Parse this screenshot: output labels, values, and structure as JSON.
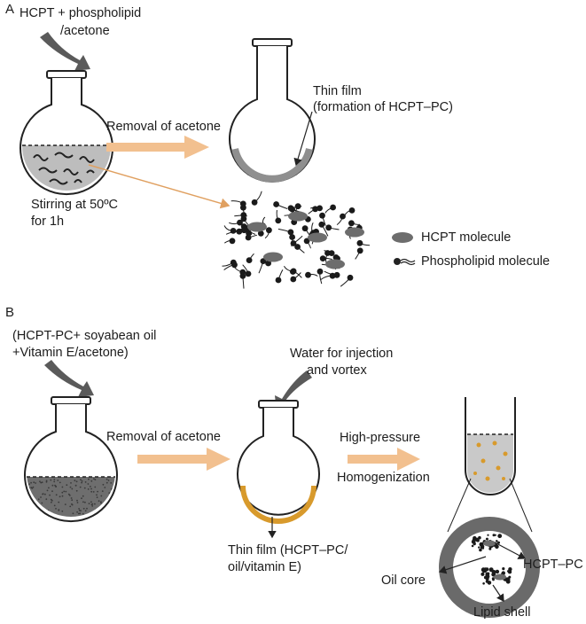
{
  "panelA": {
    "letter": "A",
    "input_line1": "HCPT + phospholipid",
    "input_line2": "/acetone",
    "step_removal": "Removal of acetone",
    "thin_film_line1": "Thin film",
    "thin_film_line2": "(formation of HCPT–PC)",
    "stirring_line1": "Stirring at 50ºC",
    "stirring_line2": "for 1h",
    "legend": [
      {
        "label": "HCPT molecule",
        "icon": "ellipse-molecule-icon"
      },
      {
        "label": "Phospholipid molecule",
        "icon": "lipid-tail-icon"
      }
    ]
  },
  "panelB": {
    "letter": "B",
    "input_line1": "(HCPT-PC+ soyabean oil",
    "input_line2": "+Vitamin E/acetone)",
    "water_line1": "Water for injection",
    "water_line2": "and vortex",
    "step_removal": "Removal of acetone",
    "step_hp_line1": "High-pressure",
    "step_hp_line2": "Homogenization",
    "thin_film_line1": "Thin film (HCPT–PC/",
    "thin_film_line2": "oil/vitamin E)",
    "oil_core": "Oil core",
    "hcpt_pc": "HCPT–PC",
    "lipid_shell": "Lipid shell"
  },
  "colors": {
    "arrow_orange": "#f2c08f",
    "film_orange": "#d89a2c",
    "flask_outline": "#222222",
    "film_gray": "#8f8f8f",
    "curved_arrow_gray": "#5a5a5a",
    "molecule_gray": "#6d6d6d",
    "particle_fill": "#c9c9c9",
    "shell_gray": "#6a6a6a"
  }
}
